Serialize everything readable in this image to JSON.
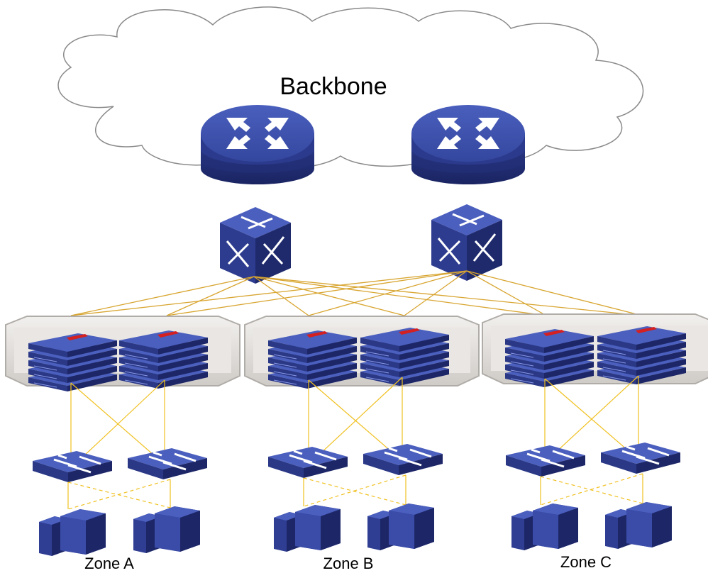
{
  "backbone": {
    "label": "Backbone"
  },
  "zones": [
    {
      "label": "Zone A"
    },
    {
      "label": "Zone B"
    },
    {
      "label": "Zone C"
    }
  ],
  "colors": {
    "device_blue": "#3a4ea8",
    "device_dark": "#1c2566",
    "link": "#d8a530",
    "cloud_stroke": "#8a8a8a",
    "chassis": "#d9d6d2",
    "accent_red": "#d42020"
  },
  "icons": [
    "cloud-icon",
    "router-icon",
    "core-switch-icon",
    "chassis-switch-icon",
    "access-switch-icon",
    "server-icon"
  ]
}
